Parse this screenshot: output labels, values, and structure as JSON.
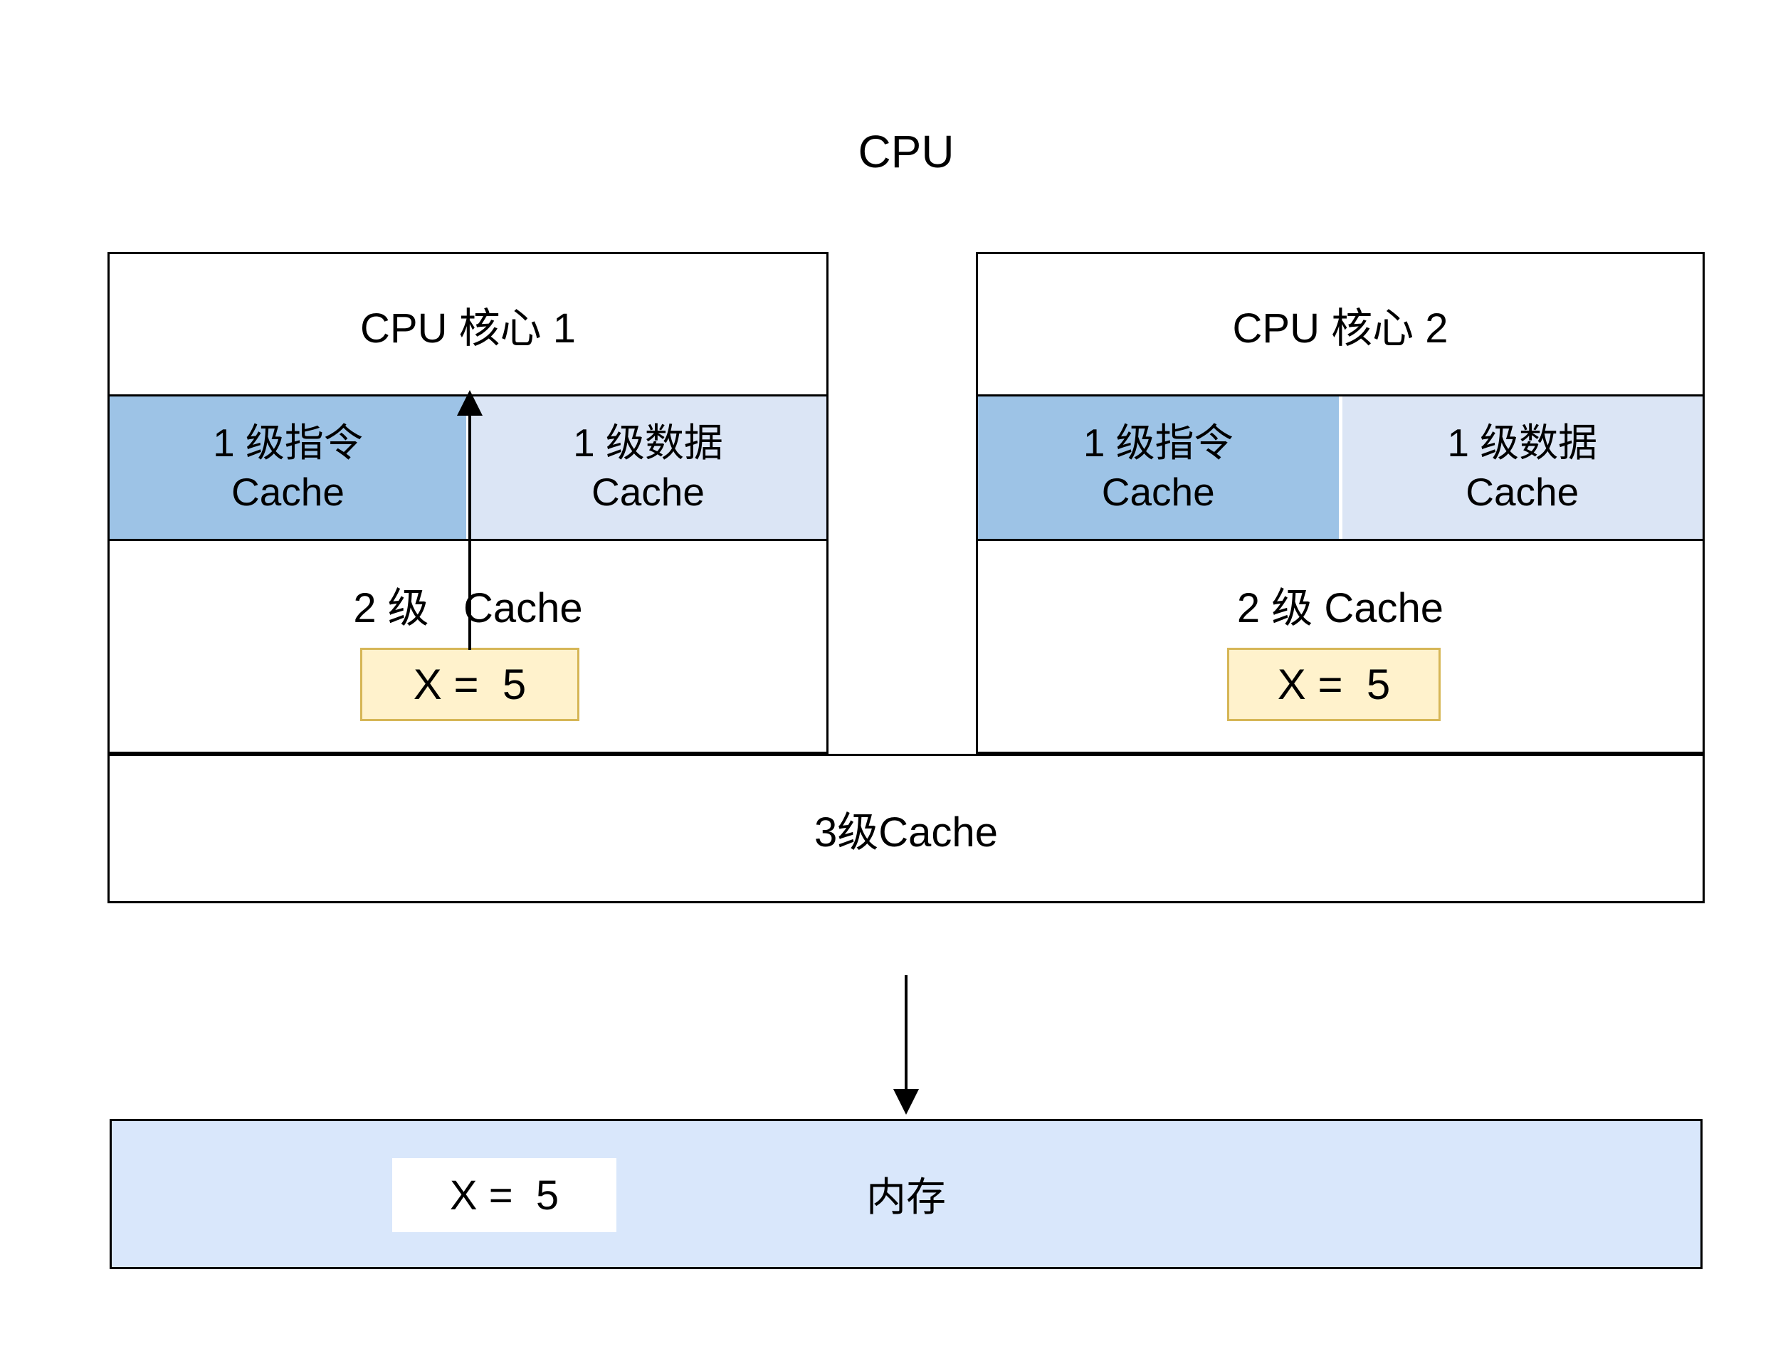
{
  "diagram": {
    "cpu": {
      "title": "CPU"
    },
    "cores": [
      {
        "title": "CPU 核心 1",
        "l1_instruction_label": "1 级指令\nCache",
        "l1_data_label": "1 级数据\nCache",
        "l2_label": "2 级   Cache",
        "cache_value": "X =  5"
      },
      {
        "title": "CPU 核心 2",
        "l1_instruction_label": "1 级指令\nCache",
        "l1_data_label": "1 级数据\nCache",
        "l2_label": "2 级 Cache",
        "cache_value": "X =  5"
      }
    ],
    "l3": {
      "label": "3级Cache"
    },
    "memory": {
      "value": "X =  5",
      "label": "内存"
    },
    "colors": {
      "l1_instruction_fill": "#9dc3e6",
      "l1_data_fill": "#dbe5f5",
      "memory_fill": "#d9e7fb",
      "value_fill": "#fff2cc",
      "value_border": "#d6b656",
      "line": "#000000"
    }
  }
}
